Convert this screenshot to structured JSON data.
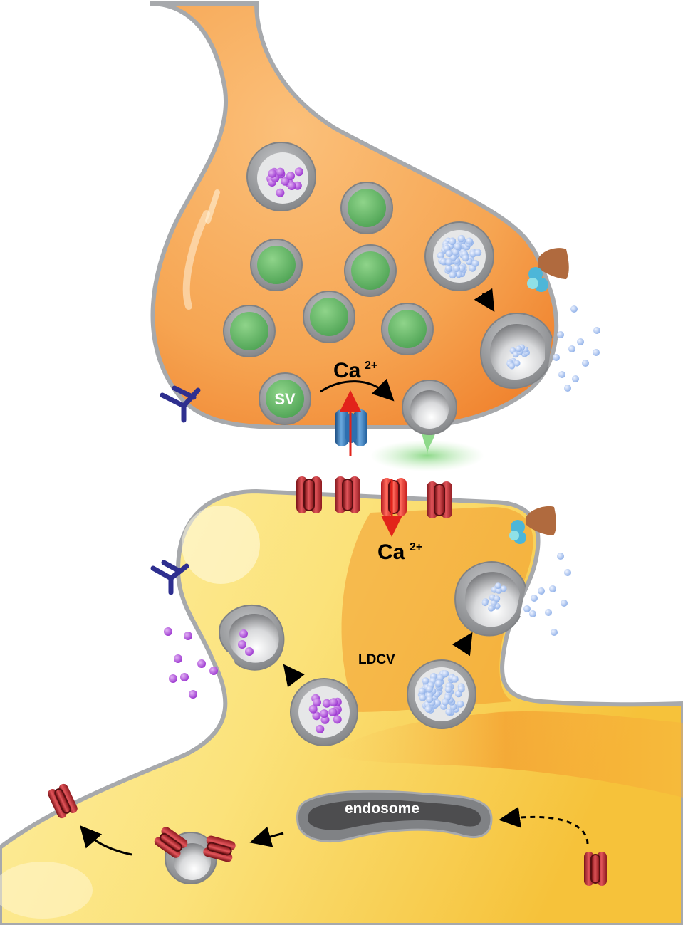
{
  "labels": {
    "ca_top": "Ca",
    "ca_top_sup": "2+",
    "ca_bottom": "Ca",
    "ca_bottom_sup": "2+",
    "sv": "SV",
    "ldcv": "LDCV",
    "endosome": "endosome"
  },
  "colors": {
    "presynaptic": "#f7a85a",
    "postsynaptic": "#fbe07a",
    "membrane": "#a7a9ac",
    "sv_core": "#6cc06c",
    "receptor_red": "#c1272d",
    "receptor_bright": "#e8302b",
    "channel_blue": "#2e6fb0",
    "antibody_blue": "#2e2f8f",
    "particle_purple": "#a64dd6",
    "particle_blue": "#a8c4f2",
    "arrow_red": "#e2231a"
  }
}
